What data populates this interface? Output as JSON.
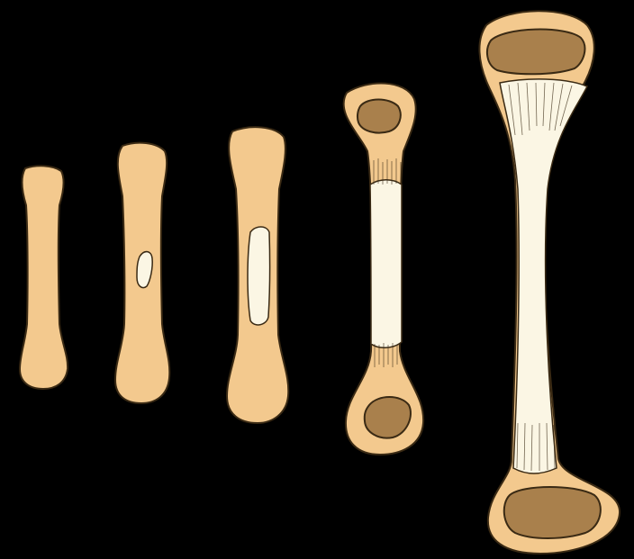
{
  "diagram": {
    "colors": {
      "background": "#000000",
      "cartilage": "#F3C98E",
      "bone": "#FBF6E4",
      "epiphysis_center": "#A9804C",
      "outline": "#3A2A14"
    },
    "stages": [
      {
        "stage": 1,
        "has_primary_ossification": false,
        "has_secondary_ossification": false
      },
      {
        "stage": 2,
        "has_primary_ossification": true,
        "has_secondary_ossification": false
      },
      {
        "stage": 3,
        "has_primary_ossification": true,
        "has_secondary_ossification": false
      },
      {
        "stage": 4,
        "has_primary_ossification": true,
        "has_secondary_ossification": true
      },
      {
        "stage": 5,
        "has_primary_ossification": true,
        "has_secondary_ossification": true
      }
    ]
  }
}
